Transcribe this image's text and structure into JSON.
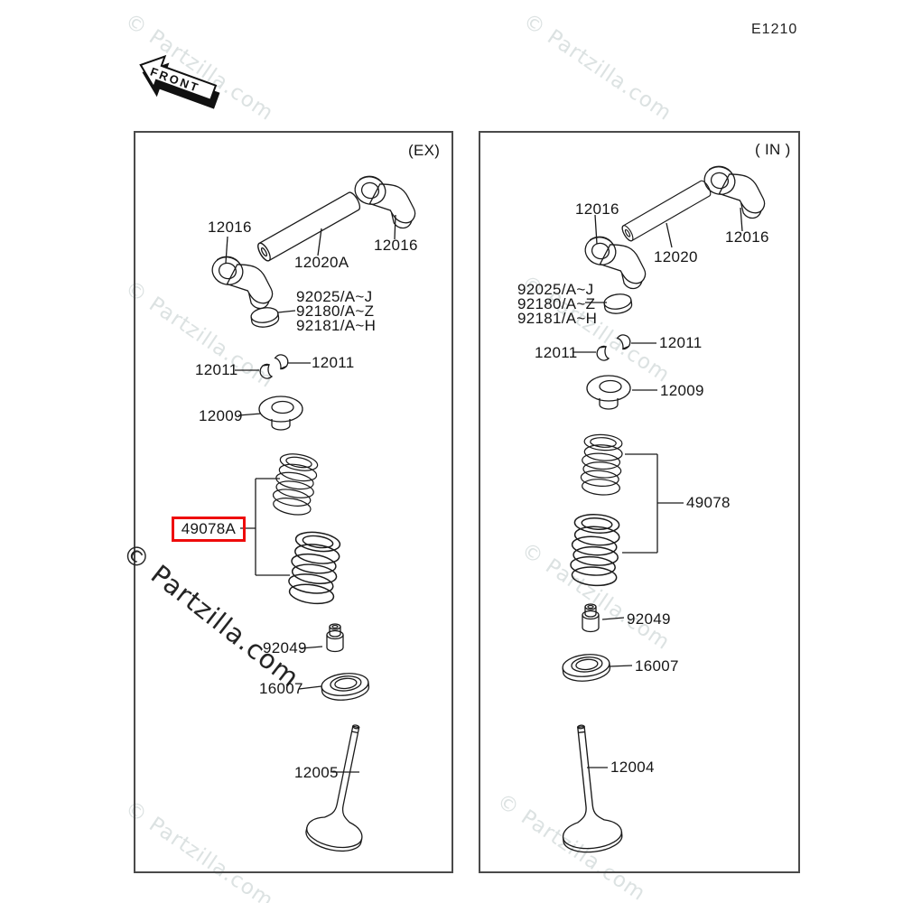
{
  "header": {
    "diagram_code": "E1210",
    "front_arrow": "FRONT"
  },
  "watermark": {
    "text": "© Partzilla.com"
  },
  "colors": {
    "highlight_red": "#ee0b0b",
    "line": "#1a1a1a",
    "watermark_light": "#dce2e2",
    "watermark_dark": "#242424"
  },
  "panels": {
    "ex": {
      "title": "(EX)",
      "parts": {
        "rocker_left": "12016",
        "shaft": "12020A",
        "rocker_right": "12016",
        "shim_row1": "92025/A~J",
        "shim_row2": "92180/A~Z",
        "shim_row3": "92181/A~H",
        "keeper_left": "12011",
        "keeper_right": "12011",
        "retainer": "12009",
        "springs": "49078A",
        "seal": "92049",
        "seat": "16007",
        "valve": "12005"
      }
    },
    "in": {
      "title": "( IN )",
      "parts": {
        "rocker_left": "12016",
        "shaft": "12020",
        "rocker_right": "12016",
        "shim_row1": "92025/A~J",
        "shim_row2": "92180/A~Z",
        "shim_row3": "92181/A~H",
        "keeper_left": "12011",
        "keeper_right": "12011",
        "retainer": "12009",
        "springs": "49078",
        "seal": "92049",
        "seat": "16007",
        "valve": "12004"
      }
    }
  }
}
